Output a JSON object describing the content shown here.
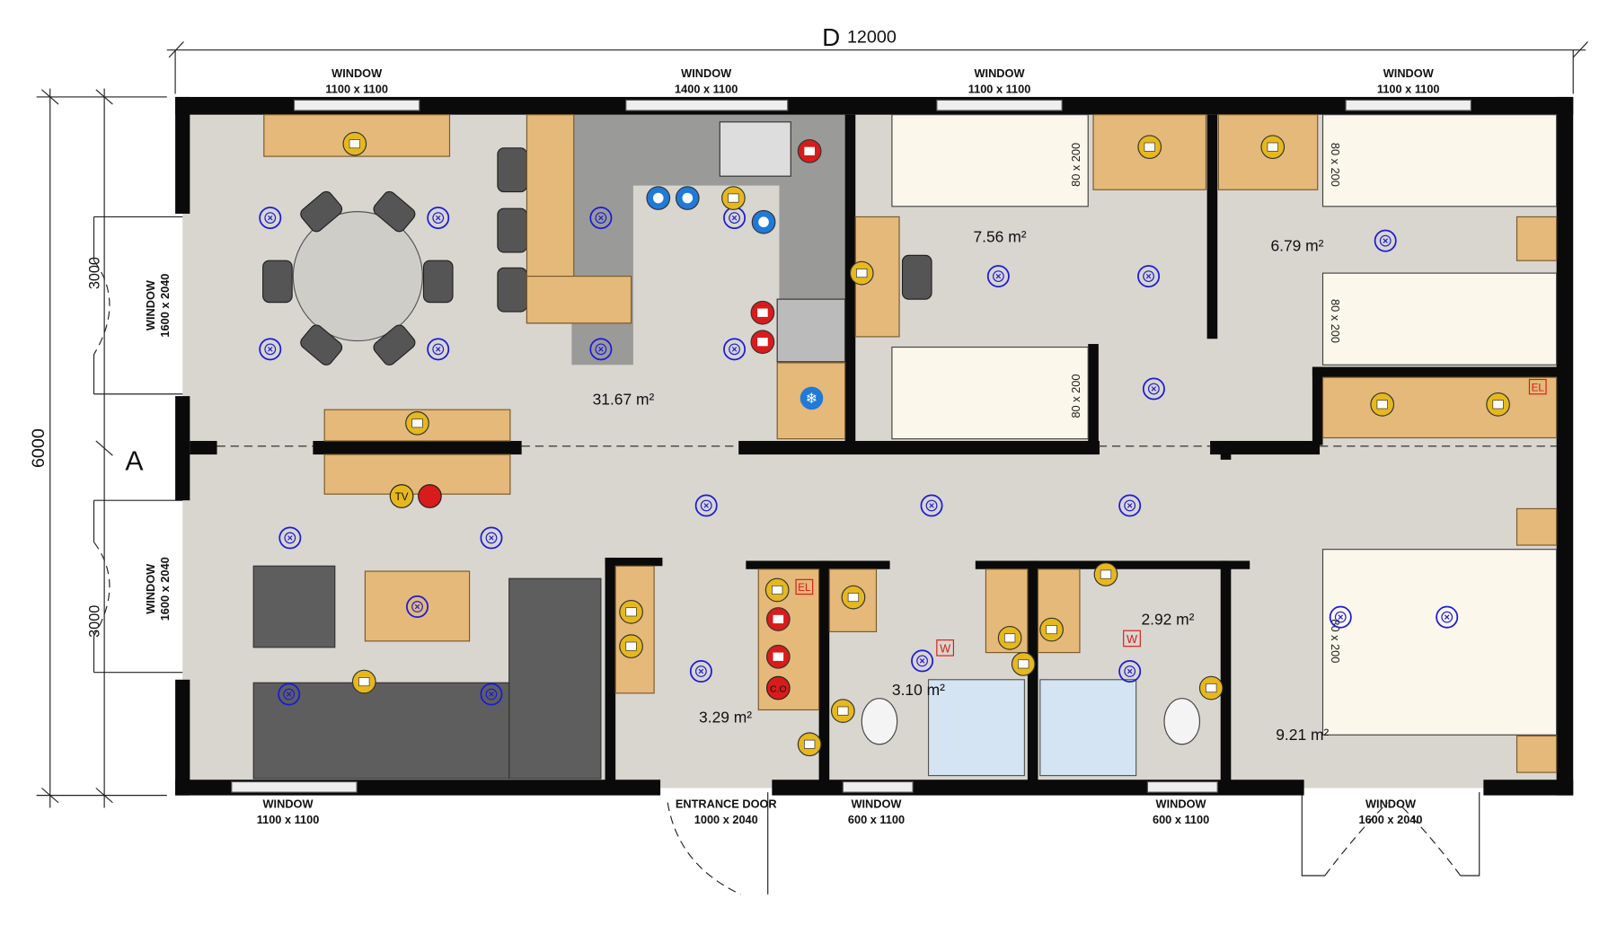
{
  "dimensions": {
    "width_label": "D",
    "width_value": "12000",
    "height_value": "6000",
    "half_height_top": "3000",
    "half_height_bottom": "3000",
    "axis_label": "A"
  },
  "windows": {
    "top_1": {
      "label": "WINDOW",
      "size": "1100 x 1100"
    },
    "top_2": {
      "label": "WINDOW",
      "size": "1400 x 1100"
    },
    "top_3": {
      "label": "WINDOW",
      "size": "1100 x 1100"
    },
    "top_4": {
      "label": "WINDOW",
      "size": "1100 x 1100"
    },
    "left_1": {
      "label": "WINDOW",
      "size": "1600 x 2040"
    },
    "left_2": {
      "label": "WINDOW",
      "size": "1600 x 2040"
    },
    "bottom_1": {
      "label": "WINDOW",
      "size": "1100 x 1100"
    },
    "entrance": {
      "label": "ENTRANCE DOOR",
      "size": "1000 x 2040"
    },
    "bottom_2": {
      "label": "WINDOW",
      "size": "600 x 1100"
    },
    "bottom_3": {
      "label": "WINDOW",
      "size": "600 x 1100"
    },
    "bottom_4": {
      "label": "WINDOW",
      "size": "1600 x 2040"
    }
  },
  "rooms": {
    "living": "31.67 m²",
    "bedroom_1": "7.56 m²",
    "bedroom_2": "6.79 m²",
    "hall": "3.29 m²",
    "bath_1": "3.10 m²",
    "bath_2": "2.92 m²",
    "bedroom_3": "9.21 m²"
  },
  "beds": [
    "80 x 200",
    "80 x 200",
    "80 x 200",
    "80 x 200",
    "80 x 200"
  ],
  "markers": {
    "el": "EL",
    "w": "W",
    "tv": "TV",
    "co": "C.O"
  },
  "colors": {
    "wall": "#0a0a0a",
    "floor": "#d9d6cf",
    "wood": "#e4b979",
    "light": "#1a1adb",
    "socket": "#e6b81e",
    "alarm": "#d81b1b",
    "switch": "#2a9a2a"
  }
}
